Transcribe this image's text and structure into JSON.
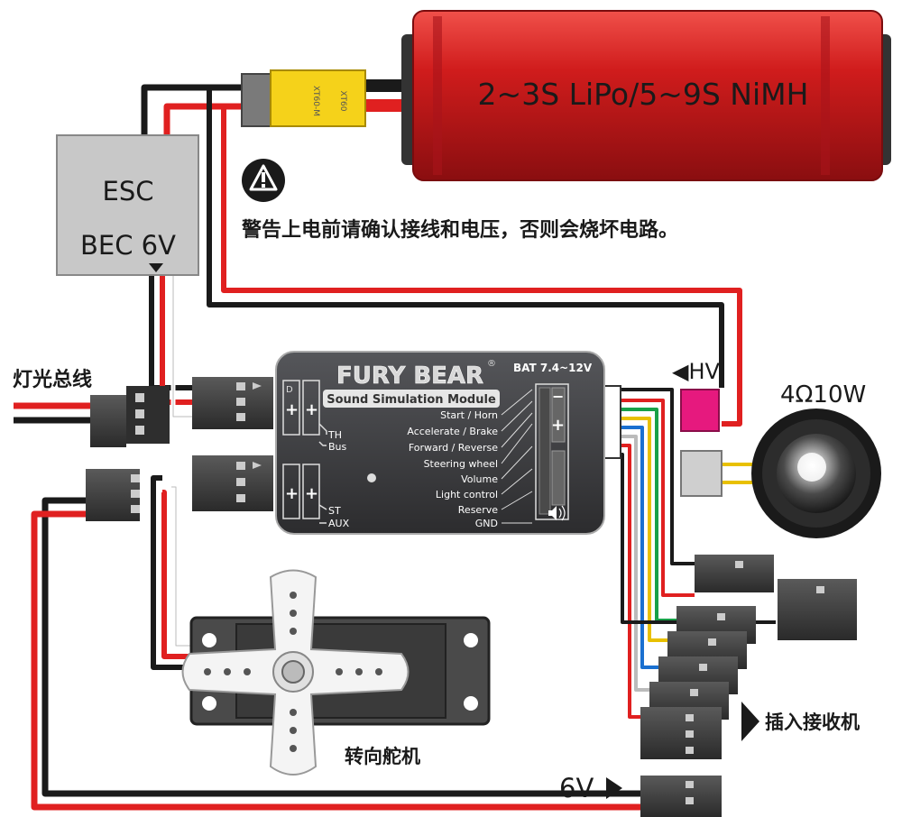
{
  "battery": {
    "label": "2~3S LiPo/5~9S NiMH",
    "connector_male": "XT60-M",
    "connector_female": "XT60"
  },
  "esc": {
    "line1": "ESC",
    "line2": "BEC 6V"
  },
  "warning": {
    "text": "警告上电前请确认接线和电压，否则会烧坏电路。"
  },
  "labels": {
    "light_bus": "灯光总线",
    "hv": "◀HV",
    "speaker": "4Ω10W",
    "receiver": "插入接收机",
    "servo": "转向舵机",
    "six_v": "6V"
  },
  "module": {
    "brand": "FURY BEAR",
    "registered": "®",
    "subtitle": "Sound Simulation Module",
    "bat": "BAT 7.4~12V",
    "port_th": "TH",
    "port_bus": "Bus",
    "port_st": "ST",
    "port_aux": "AUX",
    "pin_d": "D",
    "functions": [
      "Start / Horn",
      "Accelerate / Brake",
      "Forward / Reverse",
      "Steering wheel",
      "Volume",
      "Light control",
      "Reserve",
      "GND"
    ]
  },
  "colors": {
    "battery": "#c8161b",
    "wire_red": "#e02020",
    "wire_black": "#1a1a1a",
    "hv_plug": "#e6197e",
    "xt60": "#f5d21a",
    "module": "#3a3a3c"
  }
}
